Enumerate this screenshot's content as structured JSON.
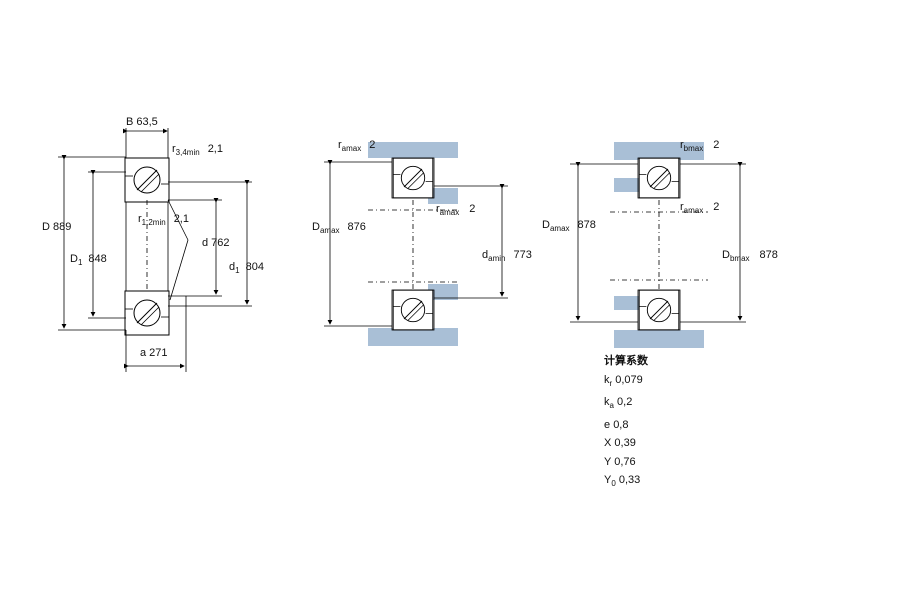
{
  "bearing_view": {
    "B": "B 63,5",
    "r34": {
      "main": "r",
      "sub": "3,4min",
      "value": "2,1"
    },
    "r12": {
      "main": "r",
      "sub": "1,2min",
      "value": "2,1"
    },
    "D": "D  889",
    "D1": {
      "main": "D",
      "sub": "1",
      "value": "848"
    },
    "d": "d  762",
    "d1": {
      "main": "d",
      "sub": "1",
      "value": "804"
    },
    "a": "a  271"
  },
  "abutment_view_1": {
    "ra_top": {
      "main": "r",
      "sub": "amax",
      "value": "2"
    },
    "Da": {
      "main": "D",
      "sub": "amax",
      "value": "876"
    },
    "ra_inner": {
      "main": "r",
      "sub": "amax",
      "value": "2"
    },
    "da": {
      "main": "d",
      "sub": "amin",
      "value": "773"
    }
  },
  "abutment_view_2": {
    "rb_top": {
      "main": "r",
      "sub": "bmax",
      "value": "2"
    },
    "Da": {
      "main": "D",
      "sub": "amax",
      "value": "878"
    },
    "ra_inner": {
      "main": "r",
      "sub": "amax",
      "value": "2"
    },
    "Db": {
      "main": "D",
      "sub": "bmax",
      "value": "878"
    }
  },
  "calc_factors": {
    "title": "计算系数",
    "rows": [
      {
        "sym": "k",
        "sub": "r",
        "value": "0,079"
      },
      {
        "sym": "k",
        "sub": "a",
        "value": "0,2"
      },
      {
        "sym": "e",
        "sub": "",
        "value": "0,8"
      },
      {
        "sym": "X",
        "sub": "",
        "value": "0,39"
      },
      {
        "sym": "Y",
        "sub": "",
        "value": "0,76"
      },
      {
        "sym": "Y",
        "sub": "0",
        "value": "0,33"
      }
    ]
  }
}
